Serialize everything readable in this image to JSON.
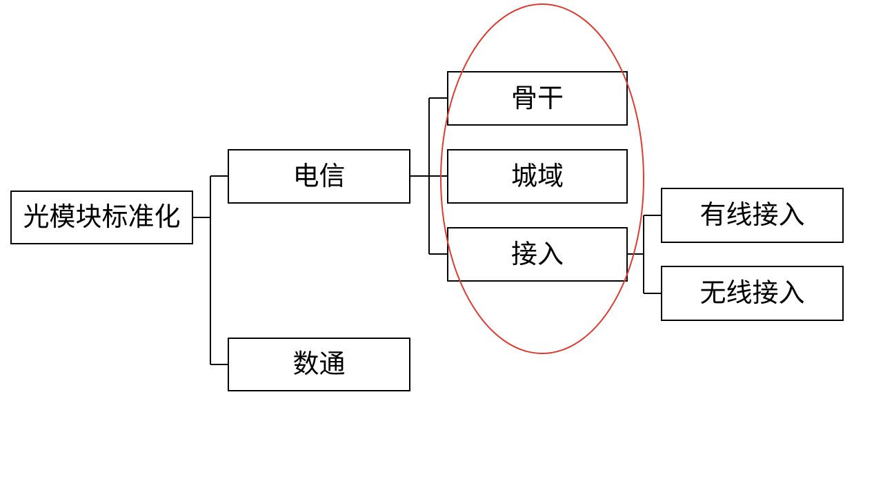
{
  "tree": {
    "label": "光模块标准化",
    "children": [
      {
        "label": "电信",
        "children": [
          {
            "label": "骨干"
          },
          {
            "label": "城域"
          },
          {
            "label": "接入",
            "children": [
              {
                "label": "有线接入"
              },
              {
                "label": "无线接入"
              }
            ]
          }
        ]
      },
      {
        "label": "数通"
      }
    ]
  },
  "annotation": {
    "shape": "ellipse",
    "circled_labels": [
      "骨干",
      "城域",
      "接入"
    ],
    "color": "#e03a2f"
  },
  "colors": {
    "background": "#ffffff",
    "node_border": "#000000",
    "connector": "#000000",
    "text": "#000000"
  }
}
